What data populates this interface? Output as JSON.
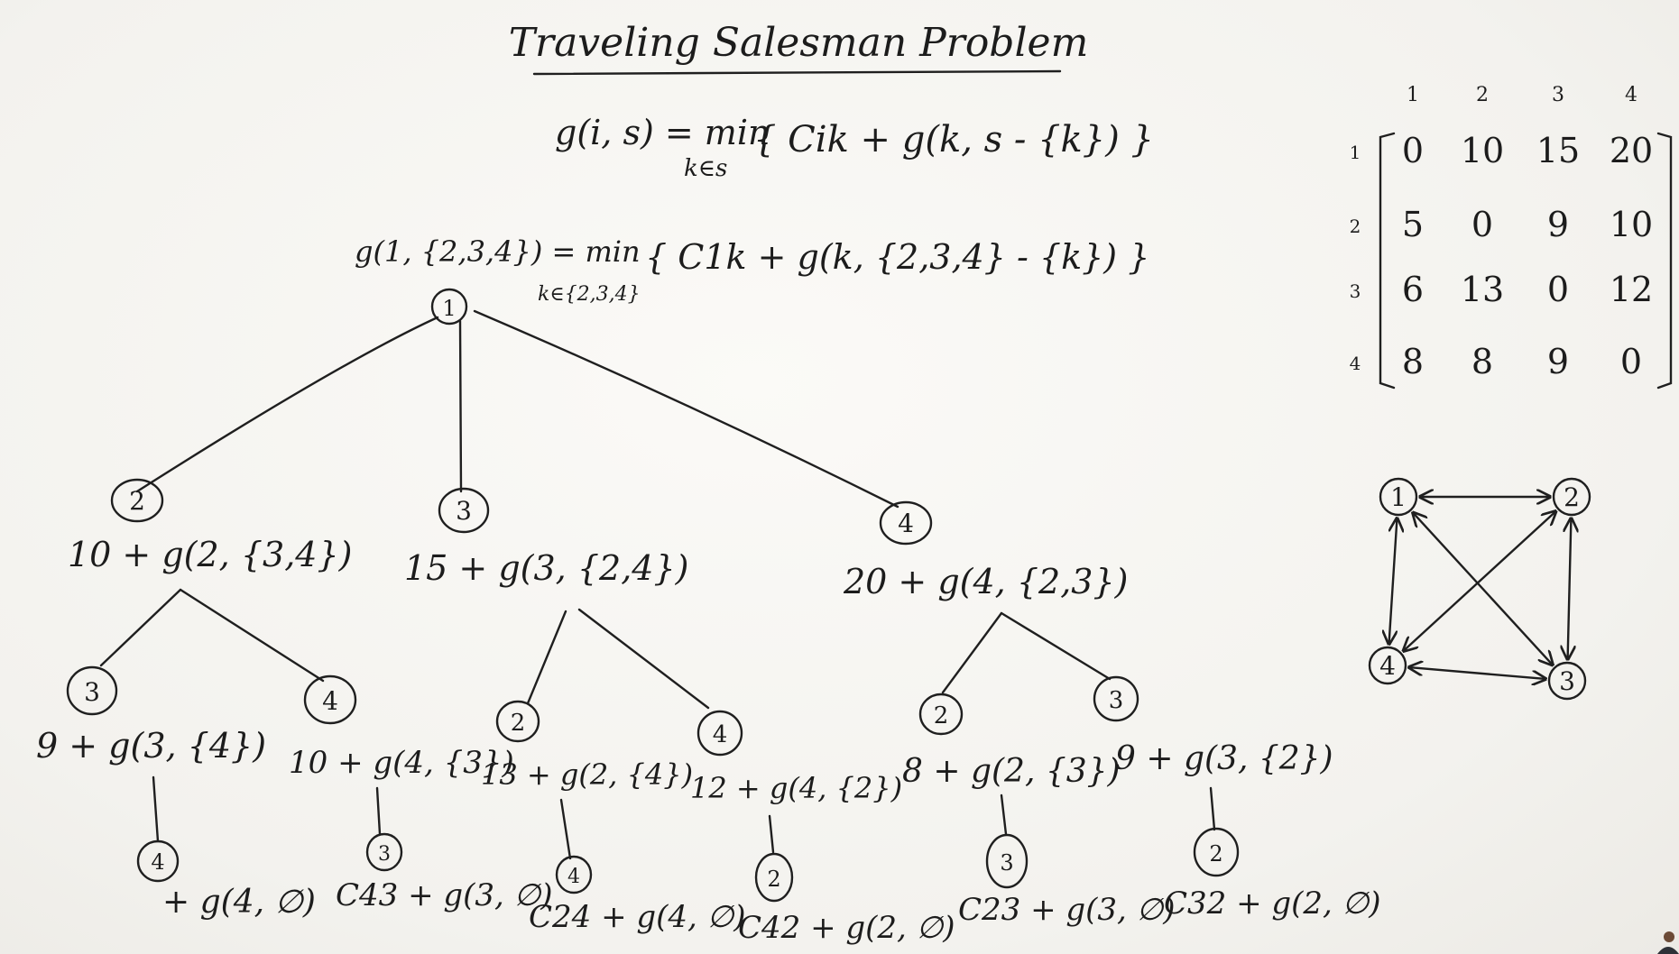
{
  "title": "Traveling Salesman Problem",
  "formula_general": {
    "lhs": "g(i, s) = min",
    "sub": "k∈s",
    "rhs": "{ Cik + g(k, s - {k}) }"
  },
  "formula_root": {
    "lhs": "g(1, {2,3,4}) = min",
    "sub": "k∈{2,3,4}",
    "rhs": "{ C1k + g(k, {2,3,4} - {k}) }"
  },
  "tree": {
    "root": "1",
    "level1": [
      {
        "node": "2",
        "expr": "10 + g(2, {3,4})"
      },
      {
        "node": "3",
        "expr": "15 + g(3, {2,4})"
      },
      {
        "node": "4",
        "expr": "20 + g(4, {2,3})"
      }
    ],
    "level2": [
      {
        "node": "3",
        "expr": "9 + g(3, {4})"
      },
      {
        "node": "4",
        "expr": "10 + g(4, {3})"
      },
      {
        "node": "2",
        "expr": "13 + g(2, {4})"
      },
      {
        "node": "4",
        "expr": "12 + g(4, {2})"
      },
      {
        "node": "2",
        "expr": "8 + g(2, {3})"
      },
      {
        "node": "3",
        "expr": "9 + g(3, {2})"
      }
    ],
    "level3": [
      {
        "node": "4",
        "expr": "+ g(4, ∅)"
      },
      {
        "node": "3",
        "expr": "C43 + g(3, ∅)"
      },
      {
        "node": "4",
        "expr": "C24 + g(4, ∅)"
      },
      {
        "node": "2",
        "expr": "C42 + g(2, ∅)"
      },
      {
        "node": "3",
        "expr": "C23 + g(3, ∅)"
      },
      {
        "node": "2",
        "expr": "C32 + g(2, ∅)"
      }
    ]
  },
  "matrix": {
    "col_headers": [
      "1",
      "2",
      "3",
      "4"
    ],
    "row_headers": [
      "1",
      "2",
      "3",
      "4"
    ],
    "rows": [
      [
        "0",
        "10",
        "15",
        "20"
      ],
      [
        "5",
        "0",
        "9",
        "10"
      ],
      [
        "6",
        "13",
        "0",
        "12"
      ],
      [
        "8",
        "8",
        "9",
        "0"
      ]
    ]
  },
  "graph": {
    "nodes": [
      "1",
      "2",
      "3",
      "4"
    ],
    "edges": [
      [
        "1",
        "2"
      ],
      [
        "1",
        "3"
      ],
      [
        "1",
        "4"
      ],
      [
        "2",
        "3"
      ],
      [
        "2",
        "4"
      ],
      [
        "4",
        "3"
      ]
    ]
  },
  "colors": {
    "ink": "#1c1c1c",
    "board": "#f6f5f1"
  }
}
